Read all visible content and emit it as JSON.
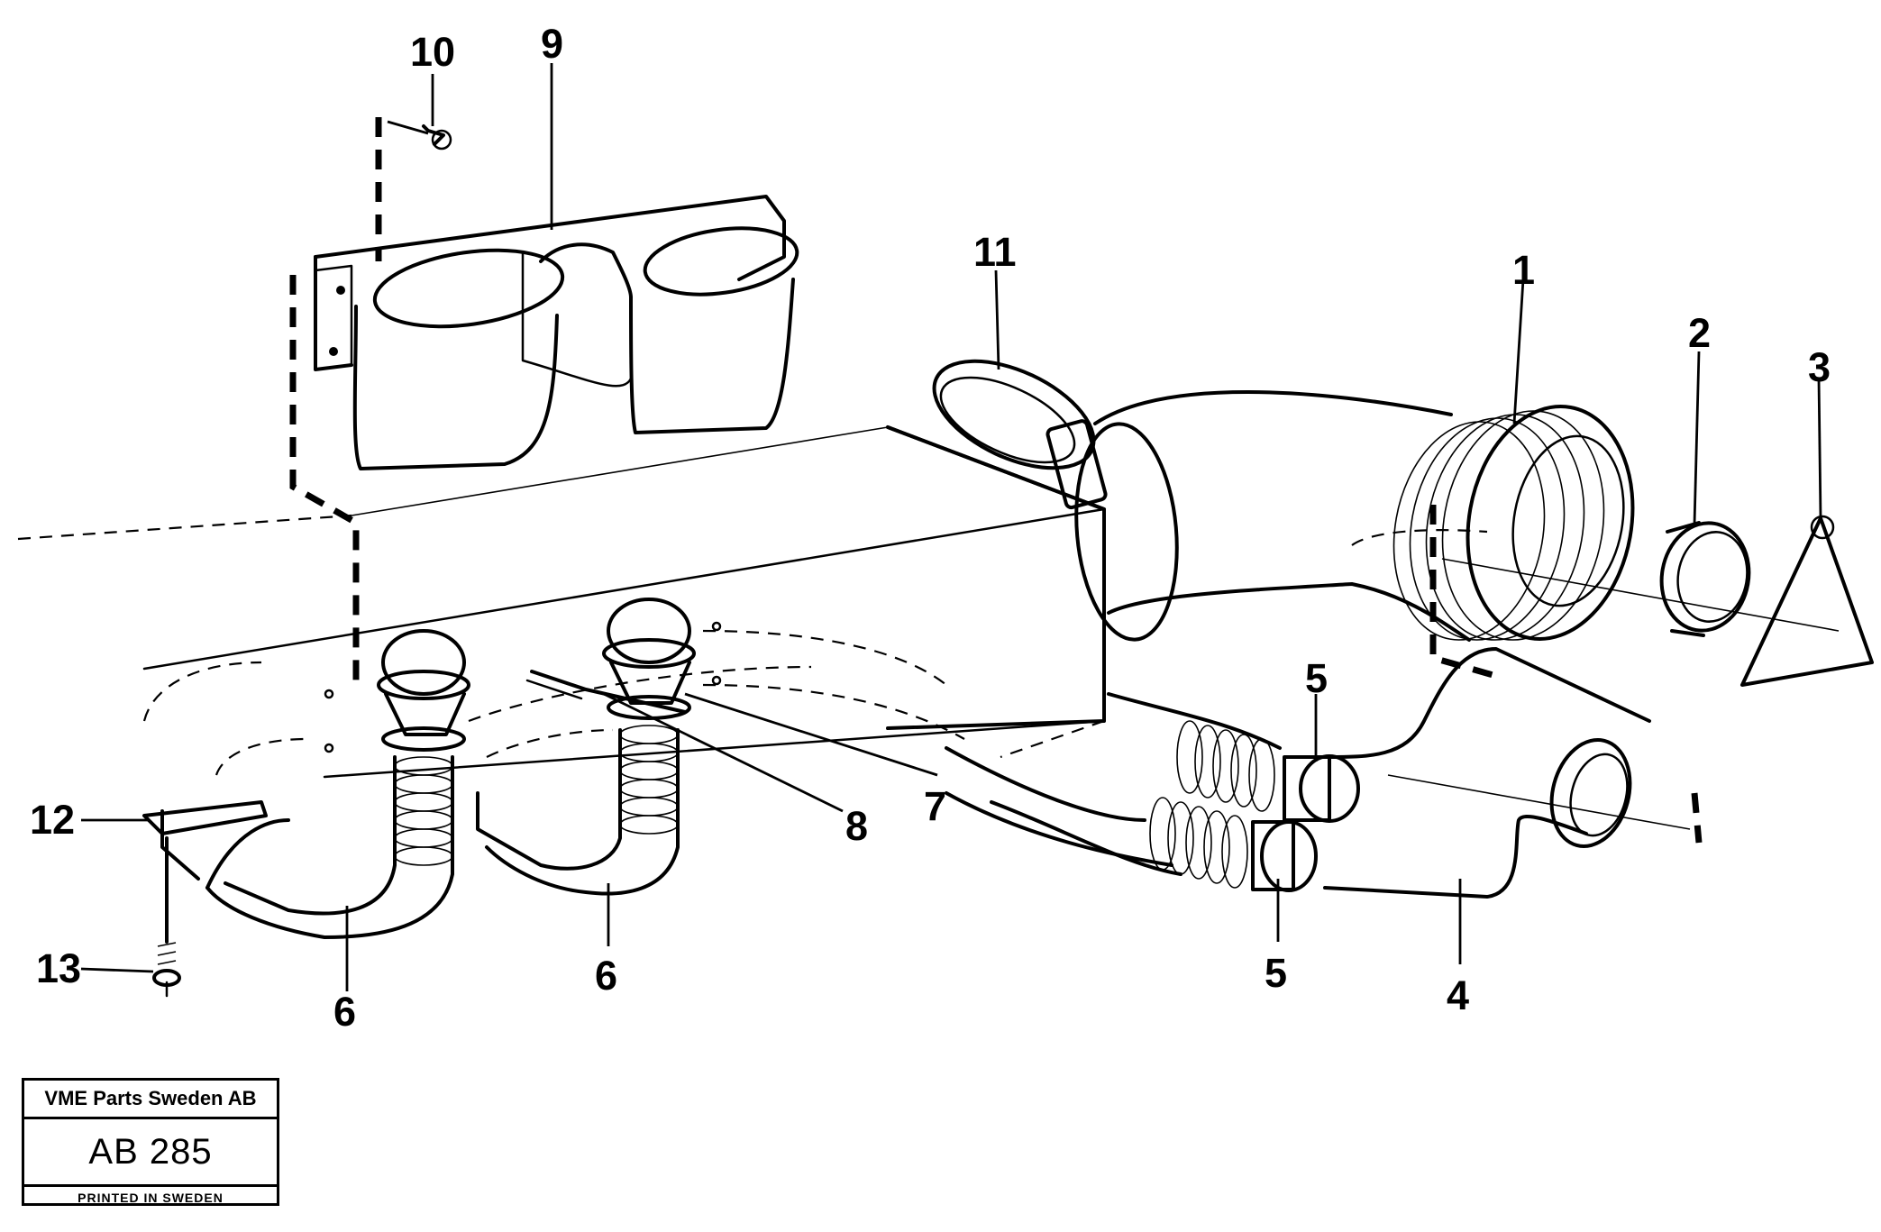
{
  "callouts": {
    "c1": "1",
    "c2": "2",
    "c3": "3",
    "c4": "4",
    "c5a": "5",
    "c5b": "5",
    "c6a": "6",
    "c6b": "6",
    "c7": "7",
    "c8": "8",
    "c9": "9",
    "c10": "10",
    "c11": "11",
    "c12": "12",
    "c13": "13"
  },
  "stamp": {
    "company": "VME Parts Sweden AB",
    "code": "AB 285",
    "printed": "PRINTED IN SWEDEN"
  }
}
